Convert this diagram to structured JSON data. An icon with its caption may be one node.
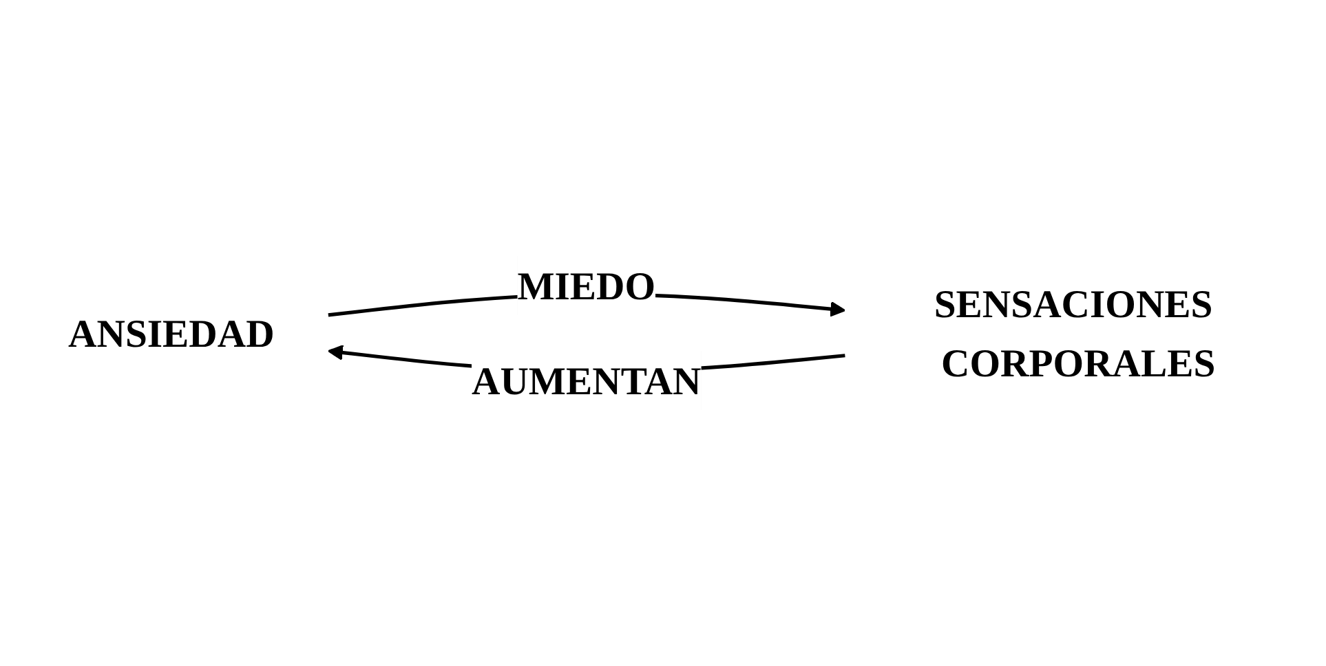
{
  "diagram": {
    "nodes": [
      {
        "text": [
          "ANSIEDAD"
        ]
      },
      {
        "text": [
          "SENSACIONES CORPORALES"
        ]
      }
    ],
    "edges": [
      {
        "from": 0,
        "to": 1,
        "arrow": "to",
        "label": "MIEDO"
      },
      {
        "from": 1,
        "to": 0,
        "arrow": "to",
        "label": "AUMENTAN"
      }
    ]
  }
}
